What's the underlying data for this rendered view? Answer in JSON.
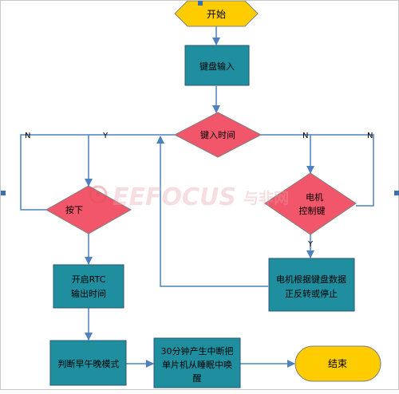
{
  "flowchart": {
    "nodes": {
      "start": "开始",
      "keyboard_input": "键盘输入",
      "key_in_time": "键入时间",
      "press_key": "按下",
      "motor_key": "电机",
      "motor_key_line2": "控制键",
      "rtc_line1": "开启RTC",
      "rtc_line2": "输出时间",
      "motor_action_line1": "电机根据键盘数据",
      "motor_action_line2": "正反转或停止",
      "mode": "判断早午晚模式",
      "sleep_line1": "30分钟产生中断把",
      "sleep_line2": "单片机从睡眠中唤",
      "sleep_line3": "醒",
      "end": "结束"
    },
    "edge_labels": {
      "left_n": "N",
      "left_y": "Y",
      "right_n1": "N",
      "right_n2": "N",
      "bottom_y": "Y"
    }
  },
  "watermark": {
    "brand": "EEFOCUS",
    "suffix": "与非网"
  },
  "colors": {
    "terminal_fill": "#ffcc00",
    "process_fill": "#1f8fa0",
    "decision_fill": "#f2566a",
    "arrow": "#4f81bd",
    "border": "#2e5575"
  }
}
